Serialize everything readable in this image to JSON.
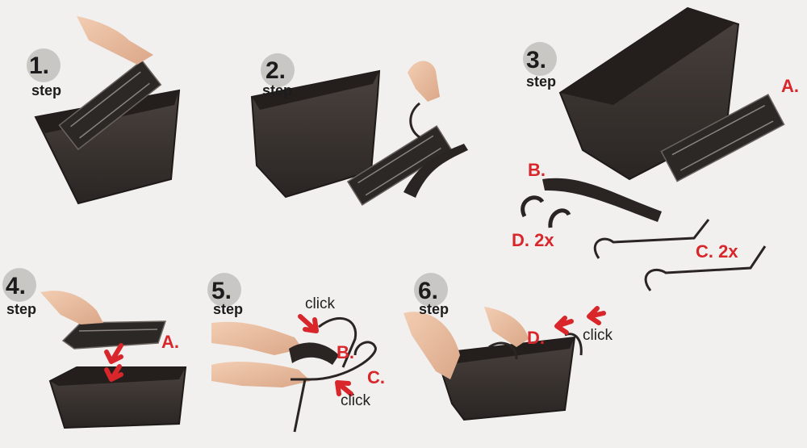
{
  "steps": [
    {
      "number": "1.",
      "word": "step"
    },
    {
      "number": "2.",
      "word": "step"
    },
    {
      "number": "3.",
      "word": "step"
    },
    {
      "number": "4.",
      "word": "step"
    },
    {
      "number": "5.",
      "word": "step"
    },
    {
      "number": "6.",
      "word": "step"
    }
  ],
  "parts": {
    "a3": "A.",
    "b3": "B.",
    "d3": "D. 2x",
    "c3": "C. 2x",
    "a4": "A.",
    "b5": "B.",
    "c5": "C.",
    "d6": "D."
  },
  "click_text": "click",
  "colors": {
    "background": "#f1f0ee",
    "label_red": "#d8262b",
    "planter": "#3a3431",
    "badge": "#c9c7c4"
  }
}
